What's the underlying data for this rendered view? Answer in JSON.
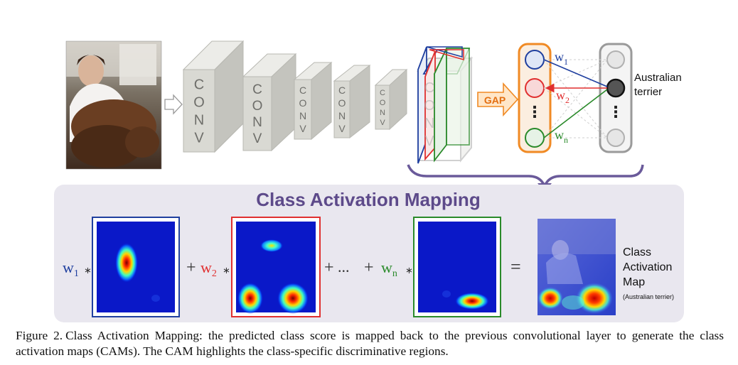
{
  "network": {
    "conv_label": "CONV",
    "gap_label": "GAP",
    "weights": [
      {
        "label": "w",
        "sub": "1",
        "color": "#1f3f9f"
      },
      {
        "label": "w",
        "sub": "2",
        "color": "#e02f2f"
      },
      {
        "label": "w",
        "sub": "n",
        "color": "#2a8a2a"
      }
    ],
    "ellipsis": "⋮",
    "output_class": [
      "Australian",
      "terrier"
    ]
  },
  "cam_panel": {
    "title": "Class Activation Mapping",
    "title_color": "#5d4a8a",
    "terms": [
      {
        "w": "w",
        "sub": "1",
        "color": "#1f3f9f",
        "op": "∗"
      },
      {
        "w": "w",
        "sub": "2",
        "color": "#e02f2f",
        "op": "∗"
      },
      {
        "w": "w",
        "sub": "n",
        "color": "#2a8a2a",
        "op": "∗"
      }
    ],
    "plus": "+",
    "dots": "...",
    "equals": "=",
    "result_label": [
      "Class",
      "Activation",
      "Map"
    ],
    "result_sub": "(Australian terrier)"
  },
  "caption": {
    "figure_number": "Figure 2.",
    "text": "Class Activation Mapping: the predicted class score is mapped back to the previous convolutional layer to generate the class activation maps (CAMs). The CAM highlights the class-specific discriminative regions."
  },
  "colors": {
    "conv_face": "#d9d9d3",
    "conv_side": "#c4c4be",
    "conv_top": "#ecece8",
    "gap_orange": "#f08a24",
    "panel_bg": "#e9e7ef",
    "blue": "#1f3f9f",
    "red": "#e02f2f",
    "green": "#2a8a2a"
  }
}
